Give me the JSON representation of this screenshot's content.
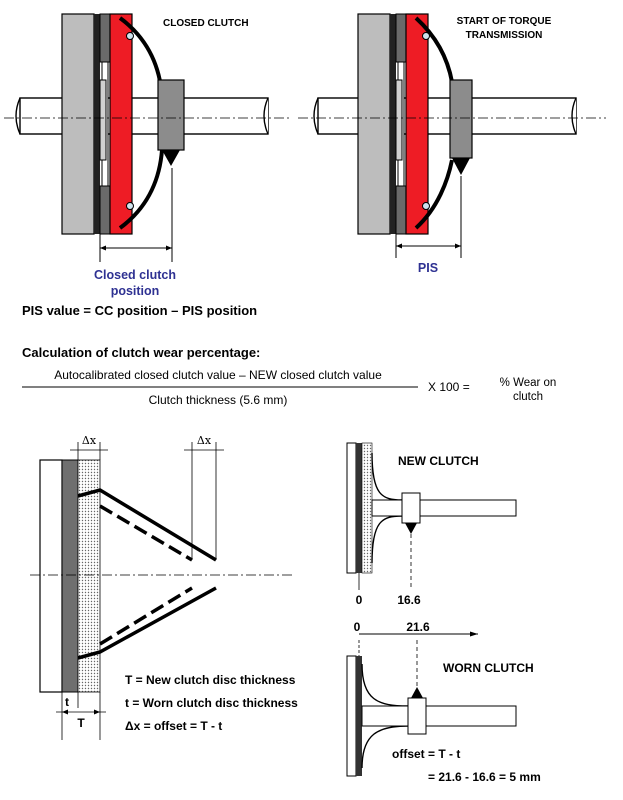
{
  "top_left": {
    "title": "CLOSED CLUTCH",
    "caption_line1": "Closed clutch",
    "caption_line2": "position"
  },
  "top_right": {
    "title_line1": "START OF TORQUE",
    "title_line2": "TRANSMISSION",
    "pis_label": "PIS"
  },
  "pis_formula": "PIS value = CC position – PIS position",
  "calc": {
    "heading": "Calculation of clutch wear percentage:",
    "numerator": "Autocalibrated closed clutch value – NEW closed clutch value",
    "denominator": "Clutch thickness (5.6 mm)",
    "multiplier": "X 100 =",
    "result_line1": "% Wear on",
    "result_line2": "clutch"
  },
  "offset_diagram": {
    "dx_left": "Δx",
    "dx_right": "Δx",
    "T_label": "T",
    "t_label": "t",
    "legend_T": "T = New clutch disc thickness",
    "legend_t": "t = Worn clutch disc thickness",
    "legend_dx": "Δx = offset = T - t"
  },
  "new_clutch": {
    "title": "NEW CLUTCH",
    "zero": "0",
    "value": "16.6"
  },
  "worn_clutch": {
    "title": "WORN CLUTCH",
    "zero": "0",
    "value": "21.6",
    "offset_line": "offset = T - t",
    "calc_line": "= 21.6 - 16.6 = 5 mm"
  },
  "colors": {
    "pressure_plate_red": "#ee1c25",
    "flywheel_grey": "#bdbdbd",
    "bearing_grey": "#8c8c8c",
    "caption_blue": "#2e3192"
  }
}
